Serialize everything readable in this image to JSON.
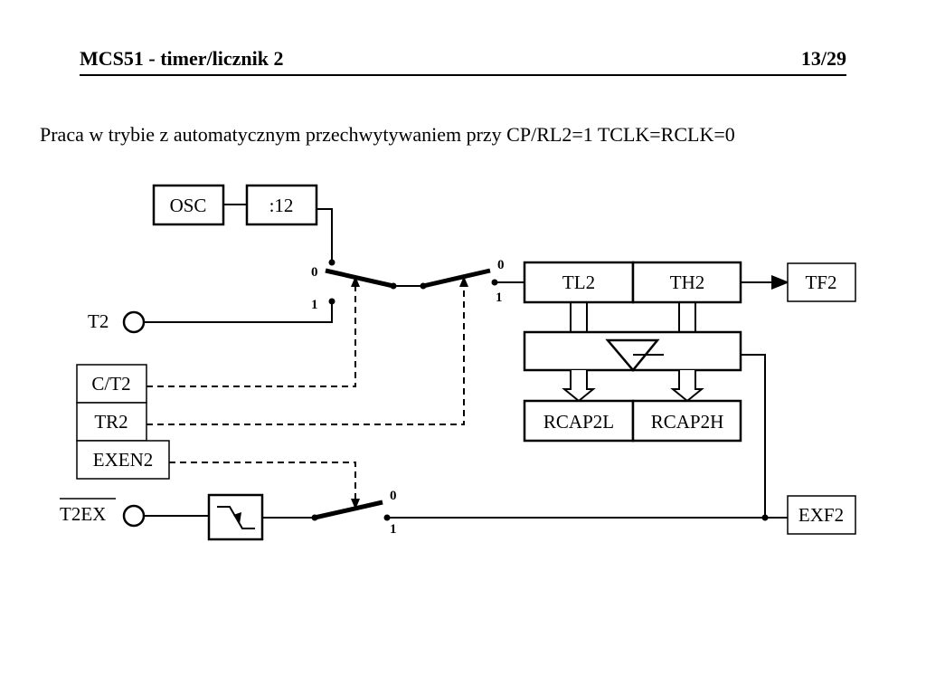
{
  "header": {
    "title": "MCS51 - timer/licznik 2",
    "page": "13/29"
  },
  "subtitle": "Praca w trybie z automatycznym przechwytywaniem przy CP/RL2=1 TCLK=RCLK=0",
  "blocks": {
    "osc": "OSC",
    "div12": ":12",
    "tl2": "TL2",
    "th2": "TH2",
    "tf2": "TF2",
    "rcap2l": "RCAP2L",
    "rcap2h": "RCAP2H",
    "ct2": "C/T2",
    "tr2": "TR2",
    "exen2": "EXEN2",
    "exf2": "EXF2"
  },
  "pins": {
    "t2": "T2",
    "t2ex": "T2EX"
  },
  "switch_positions": {
    "zero": "0",
    "one": "1"
  }
}
